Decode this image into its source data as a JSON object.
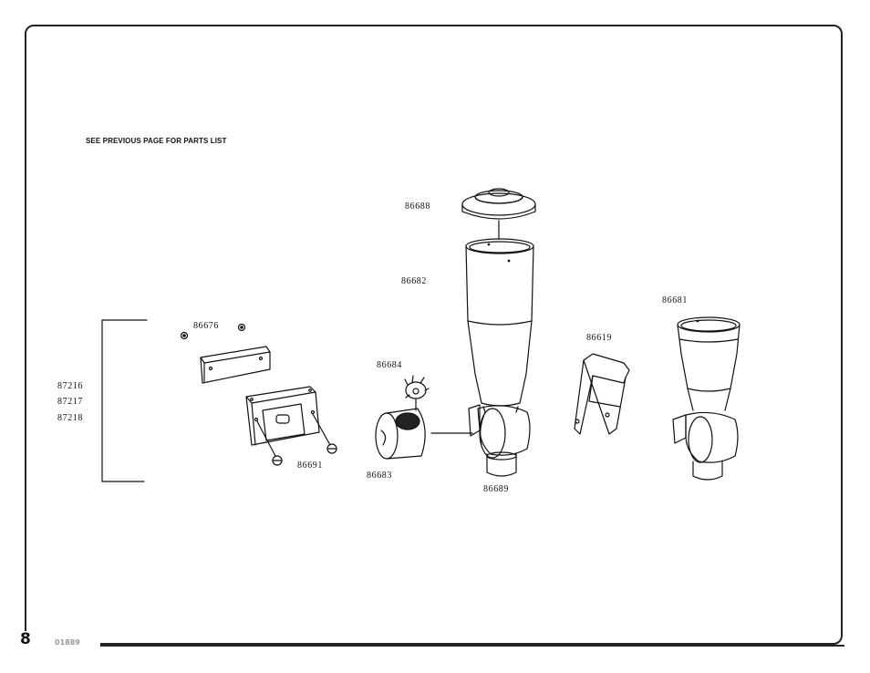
{
  "note": "SEE PREVIOUS PAGE FOR PARTS LIST",
  "page_number": "8",
  "doc_code": "01889",
  "parts": {
    "p86688": "86688",
    "p86682": "86682",
    "p86681": "86681",
    "p86676": "86676",
    "p86619": "86619",
    "p86684": "86684",
    "p87216": "87216",
    "p87217": "87217",
    "p87218": "87218",
    "p86691": "86691",
    "p86683": "86683",
    "p86689": "86689"
  }
}
